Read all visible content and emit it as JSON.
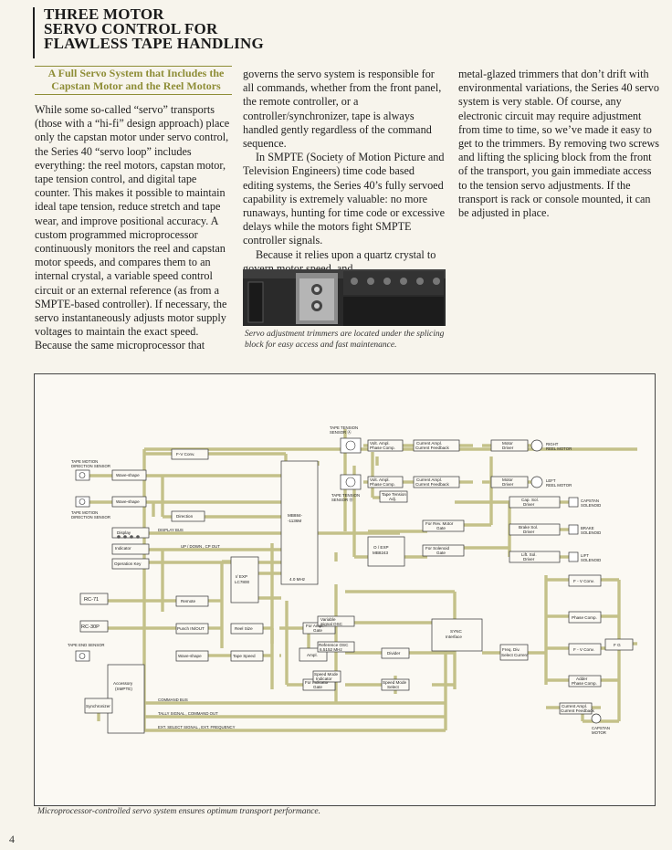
{
  "title": [
    "THREE MOTOR",
    "SERVO CONTROL FOR",
    "FLAWLESS TAPE HANDLING"
  ],
  "subhead": [
    "A Full Servo System that Includes the",
    "Capstan Motor and the Reel Motors"
  ],
  "col1_text": "While some so-called “servo” transports (those with a “hi-fi” design approach) place only the capstan motor under servo control, the Series 40 “servo loop” includes everything: the reel motors, capstan motor, tape tension control, and digital tape counter. This makes it possible to maintain ideal tape tension, reduce stretch and tape wear, and improve positional accuracy. A custom programmed microprocessor continuously monitors the reel and capstan motor speeds, and compares them to an internal crystal, a variable speed control circuit or an external reference (as from a SMPTE-based controller). If necessary, the servo instantaneously adjusts motor supply voltages to maintain the exact speed. Because the same microprocessor that",
  "col2_p1": "governs the servo system is responsible for all commands, whether from the front panel, the remote controller, or a controller/synchronizer, tape is always handled gently regardless of the command sequence.",
  "col2_p2": "In SMPTE (Society of Motion Picture and Television Engineers) time code based editing systems, the Series 40’s fully servoed capability is extremely valuable: no more runaways, hunting for time code or excessive delays while the motors fight SMPTE controller signals.",
  "col2_p3": "Because it relies upon a quartz crystal to govern motor speed, and",
  "col3_text": "metal-glazed trimmers that don’t drift with environmental variations, the Series 40 servo system is very stable. Of course, any electronic circuit may require adjustment from time to time, so we’ve made it easy to get to the trimmers. By removing two screws and lifting the splicing block from the front of the transport, you gain immediate access to the tension servo adjustments. If the transport is rack or console mounted, it can be adjusted in place.",
  "photo_caption": "Servo adjustment trimmers are located under the splicing block for easy access and fast maintenance.",
  "diagram_caption": "Microprocessor-controlled servo system ensures optimum transport performance.",
  "page_number": "4",
  "colors": {
    "accent": "#8e8d36",
    "wire": "#c4c189",
    "text": "#1e1e1e",
    "paper": "#f7f4ec"
  },
  "diagram": {
    "sensors": {
      "tape_motion_top": [
        "TAPE MOTION",
        "DIRECTION SENSOR"
      ],
      "tape_motion_bottom": [
        "TAPE MOTION",
        "DIRECTION SENSOR"
      ],
      "tape_end": "TAPE END SENSOR",
      "tension_a": [
        "TAPE TENSION",
        "SENSOR Ⓐ"
      ],
      "tension_b": [
        "TAPE TENSION",
        "SENSOR Ⓑ"
      ]
    },
    "blocks": {
      "fv_conv_top": "F-V Conv.",
      "wave_shape_1": "Wave-shape",
      "wave_shape_2": "Wave-shape",
      "direction": "Direction",
      "display": "Display",
      "indicator": "Indicator",
      "operation_key": "Operation Key",
      "rc71": "RC-71",
      "rc30p": "RC-30P",
      "remote": "Remote",
      "punch": "Punch IN/OUT",
      "wave_shape_3": "Wave-shape",
      "reel_size": "Reel Size",
      "tape_speed": "Tape Speed",
      "accessory": [
        "Accessory",
        "(SMPTE)"
      ],
      "synchronizer": "Synchronizer",
      "io_exp": [
        "I/ EXP",
        "LC7800"
      ],
      "mpu": [
        "MB884-",
        "-1136M"
      ],
      "clock": "4.0 MHz",
      "io_exp2": [
        "O / EXP",
        "MB8243"
      ],
      "amp_gate": [
        "For Ampl.",
        "Gate"
      ],
      "ampl": "Ampl.",
      "ind_gate": [
        "For Indicator",
        "Gate"
      ],
      "var_osc": [
        "Variable",
        "Signal OSC"
      ],
      "ref_osc": [
        "Reference OSC",
        "6.5152 MHz"
      ],
      "divider": "Divider",
      "speed_mode_indicator": [
        "Speed Mode",
        "Indicator"
      ],
      "speed_mode_select": [
        "Speed Mode",
        "Select"
      ],
      "sync_interface": [
        "SYNC",
        "Interface"
      ],
      "volt_amp_a": [
        "Volt. Ampl.",
        "Phase Comp."
      ],
      "volt_amp_b": [
        "Volt. Ampl.",
        "Phase Comp."
      ],
      "tension_adj": [
        "Tape Tension",
        "Adj."
      ],
      "current_amp_a": [
        "Current Ampl.",
        "Current Feedback"
      ],
      "current_amp_b": [
        "Current Ampl.",
        "Current Feedback"
      ],
      "motor_driver_a": [
        "Motor",
        "Driver"
      ],
      "motor_driver_b": [
        "Motor",
        "Driver"
      ],
      "rev_motor_gate": [
        "For Rev. Motor",
        "Gate"
      ],
      "solenoid_gate": [
        "For Solenoid",
        "Gate"
      ],
      "cap_sol_driver": [
        "Cap. Sol.",
        "Driver"
      ],
      "brake_sol_driver": [
        "Brake Sol.",
        "Driver"
      ],
      "lift_sol_driver": [
        "Lift. Sol.",
        "Driver"
      ],
      "freq_div": [
        "Freq. Div.",
        "Select Current"
      ],
      "fv_conv_r1": "F - V Conv.",
      "phase_comp": "Phase Comp.",
      "fv_conv_r2": "F - V Conv.",
      "adder": [
        "Adder",
        "Phase Comp."
      ],
      "current_amp_cap": [
        "Current Ampl.",
        "Current Feedback"
      ],
      "fg": "F G"
    },
    "outputs": {
      "right_reel": [
        "RIGHT",
        "REEL MOTOR"
      ],
      "left_reel": [
        "LEFT",
        "REEL MOTOR"
      ],
      "capstan_sol": [
        "CAPSTAN",
        "SOLENOID"
      ],
      "brake_sol": [
        "BRAKE",
        "SOLENOID"
      ],
      "lift_sol": [
        "LIFT",
        "SOLENOID"
      ],
      "capstan_motor": [
        "CAPSTAN",
        "MOTOR"
      ]
    },
    "buses": {
      "display_bus": "DISPLAY BUS",
      "up_down": "UP / DOWN  ,  CP  OUT",
      "command_bus": "COMMAND  BUS",
      "tally": "TALLY  SIGNAL  ,  COMMAND  OUT",
      "ext_select": "EXT. SELECT  SIGNAL  ,  EXT. FREQUENCY"
    }
  }
}
